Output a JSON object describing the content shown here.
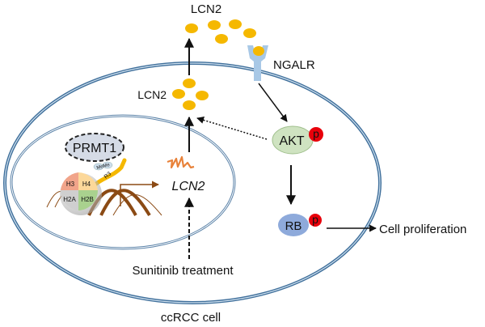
{
  "labels": {
    "lcn2_extracellular": "LCN2",
    "lcn2_cytoplasm": "LCN2",
    "ngalr": "NGALR",
    "akt": "AKT",
    "akt_phospho": "p",
    "rb": "RB",
    "rb_phospho": "p",
    "cell_proliferation": "Cell proliferation",
    "prmt1": "PRMT1",
    "meme": "MeMe",
    "r3": "R3",
    "h3": "H3",
    "h4": "H4",
    "h2a": "H2A",
    "h2b": "H2B",
    "lcn2_gene": "LCN2",
    "sunitinib": "Sunitinib treatment",
    "cell_type": "ccRCC cell"
  },
  "colors": {
    "membrane": "#3f6f9b",
    "lcn2_protein": "#f5b800",
    "receptor": "#a8c8e6",
    "akt_fill": "#cfe3c1",
    "rb_fill": "#8eaadb",
    "phospho": "#e8000b",
    "mrna": "#e8823a",
    "dna": "#8b4a14",
    "prmt1_fill": "#d5dbe6"
  }
}
